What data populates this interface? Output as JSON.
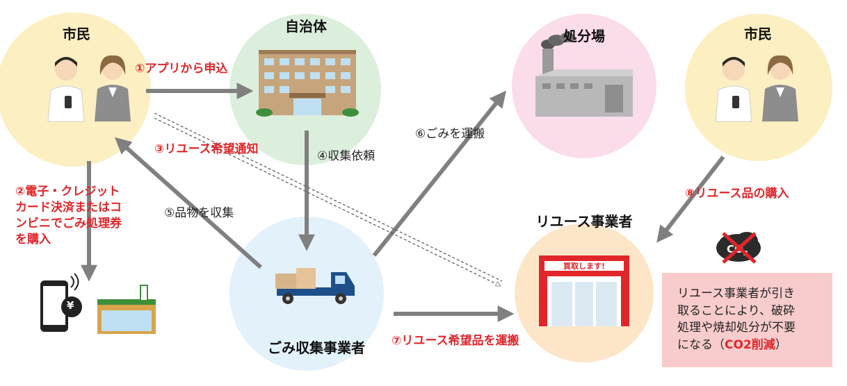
{
  "nodes": {
    "citizen_left": "市民",
    "municipality": "自治体",
    "disposal_site": "処分場",
    "citizen_right": "市民",
    "reuse_business": "リユース事業者",
    "collector": "ごみ収集事業者"
  },
  "steps": {
    "s1": "①アプリから申込",
    "s2_line1": "②電子・クレジット",
    "s2_line2": "カード決済またはコ",
    "s2_line3": "ンビニでごみ処理券",
    "s2_line4": "を購入",
    "s3": "③リユース希望通知",
    "s4": "④収集依頼",
    "s5": "⑤品物を収集",
    "s6": "⑥ごみを運搬",
    "s7": "⑦リユース希望品を運搬",
    "s8": "⑧リユース品の購入"
  },
  "store_sign": "買取します!",
  "yen_symbol": "¥",
  "co2_icon_text": "CO",
  "co2_icon_sub": "2",
  "note": {
    "line1": "リユース事業者が引き",
    "line2": "取ることにより、破砕",
    "line3": "処理や焼却処分が不要",
    "line4_prefix": "になる（",
    "line4_highlight": "CO2削減",
    "line4_suffix": "）"
  },
  "colors": {
    "citizen_circle": "#fcefc2",
    "municipality_circle": "#dcefdc",
    "disposal_circle": "#fbdcea",
    "collector_circle": "#e3f1fb",
    "reuse_circle": "#fde6c8",
    "arrow": "#808080",
    "accent_red": "#e0262a",
    "note_bg": "#f8cccc"
  },
  "icons": [
    "person-icon",
    "building-icon",
    "factory-icon",
    "truck-icon",
    "store-icon",
    "smartphone-icon",
    "yen-icon",
    "convenience-store-icon",
    "co2-cloud-icon"
  ]
}
